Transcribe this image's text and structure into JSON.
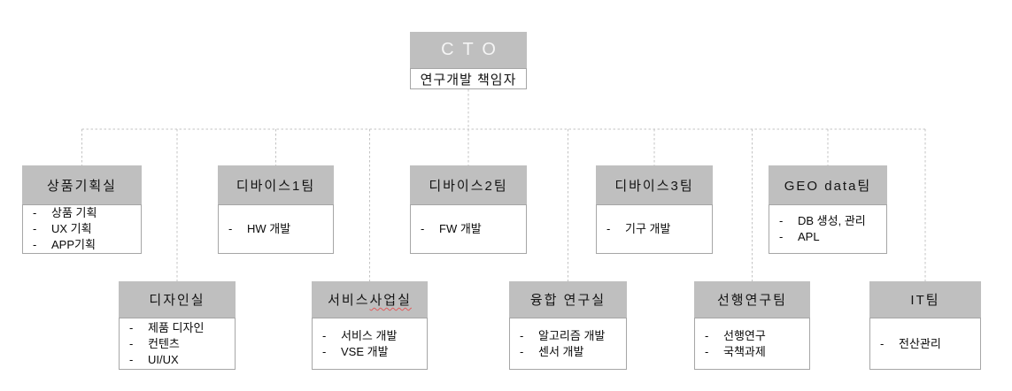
{
  "chart": {
    "type": "org-chart",
    "bullet": "-",
    "root": {
      "title": "CTO",
      "subtitle": "연구개발 책임자"
    },
    "row1": [
      {
        "title": "상품기획실",
        "items": [
          "상품 기획",
          "UX 기획",
          "APP기획"
        ]
      },
      {
        "title": "디바이스1팀",
        "items": [
          "HW 개발"
        ]
      },
      {
        "title": "디바이스2팀",
        "items": [
          "FW 개발"
        ]
      },
      {
        "title": "디바이스3팀",
        "items": [
          "기구 개발"
        ]
      },
      {
        "title": "GEO data팀",
        "items": [
          "DB 생성, 관리",
          "APL"
        ]
      }
    ],
    "row2": [
      {
        "title": "디자인실",
        "items": [
          "제품 디자인",
          "컨텐츠",
          "UI/UX"
        ]
      },
      {
        "title": "서비스 사업실",
        "title_parts": [
          "서비스 ",
          "사업실"
        ],
        "spellcheck_underlined_text": "사업실",
        "items": [
          "서비스 개발",
          "VSE 개발"
        ]
      },
      {
        "title": "융합 연구실",
        "items": [
          "알고리즘 개발",
          "센서 개발"
        ]
      },
      {
        "title": "선행연구팀",
        "items": [
          "선행연구",
          "국책과제"
        ]
      },
      {
        "title": "IT팀",
        "items": [
          "전산관리"
        ]
      }
    ],
    "colors": {
      "header_fill": "#bfbfbf",
      "root_title_text": "#f5f5f5",
      "box_border": "#a6a6a6",
      "connector": "#c3c3c3",
      "spellcheck": "#e05c5c"
    }
  }
}
